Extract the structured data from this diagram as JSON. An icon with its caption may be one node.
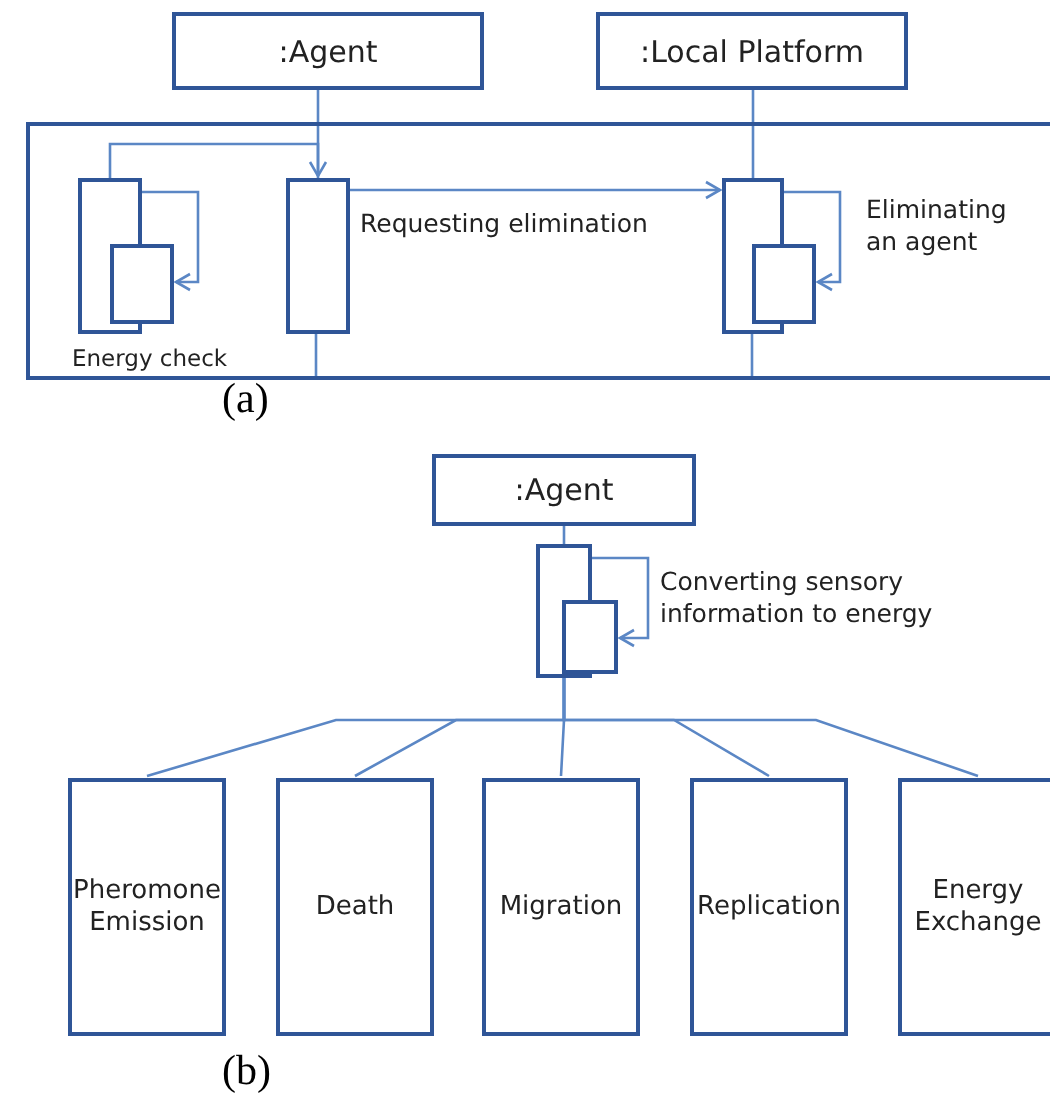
{
  "diagram": {
    "nodes": [
      {
        "text": [
          ":Agent"
        ]
      },
      {
        "text": [
          ":Local Platform"
        ]
      },
      {
        "text": [],
        "shape": "box"
      },
      {
        "text": [],
        "shape": "bar",
        "in": 2,
        "beside": [
          "Energy check"
        ]
      },
      {
        "text": [],
        "shape": "bar",
        "in": 2
      },
      {
        "text": [],
        "shape": "bar",
        "in": 2
      },
      {
        "text": [],
        "shape": "bar",
        "in": 2
      },
      {
        "text": [],
        "shape": "bar",
        "in": 2
      },
      {
        "text": [
          ":Agent"
        ]
      },
      {
        "text": [],
        "shape": "bar"
      },
      {
        "text": [],
        "shape": "bar"
      },
      {
        "text": [
          "Pheromone Emission"
        ]
      },
      {
        "text": [
          "Death"
        ]
      },
      {
        "text": [
          "Migration"
        ]
      },
      {
        "text": [
          "Replication"
        ]
      },
      {
        "text": [
          "Energy Exchange"
        ]
      }
    ],
    "edges": [
      {
        "from": 0,
        "to": 5,
        "arrow": "none"
      },
      {
        "from": 1,
        "to": 6,
        "arrow": "none"
      },
      {
        "from": 3,
        "to": 5,
        "arrow": "to"
      },
      {
        "from": 3,
        "to": 4,
        "arrow": "to"
      },
      {
        "from": 5,
        "to": 6,
        "arrow": "to",
        "label": "Requesting elimination"
      },
      {
        "from": 6,
        "to": 7,
        "arrow": "to",
        "label": "Eliminating an agent"
      },
      {
        "from": 8,
        "to": 9,
        "arrow": "none"
      },
      {
        "from": 9,
        "to": 10,
        "arrow": "to",
        "label": "Converting sensory information to energy"
      },
      {
        "from": 9,
        "to": 11,
        "arrow": "none"
      },
      {
        "from": 9,
        "to": 12,
        "arrow": "none"
      },
      {
        "from": 9,
        "to": 13,
        "arrow": "none"
      },
      {
        "from": 9,
        "to": 14,
        "arrow": "none"
      },
      {
        "from": 9,
        "to": 15,
        "arrow": "none"
      }
    ],
    "labels": [
      "(a)",
      "(b)"
    ]
  }
}
